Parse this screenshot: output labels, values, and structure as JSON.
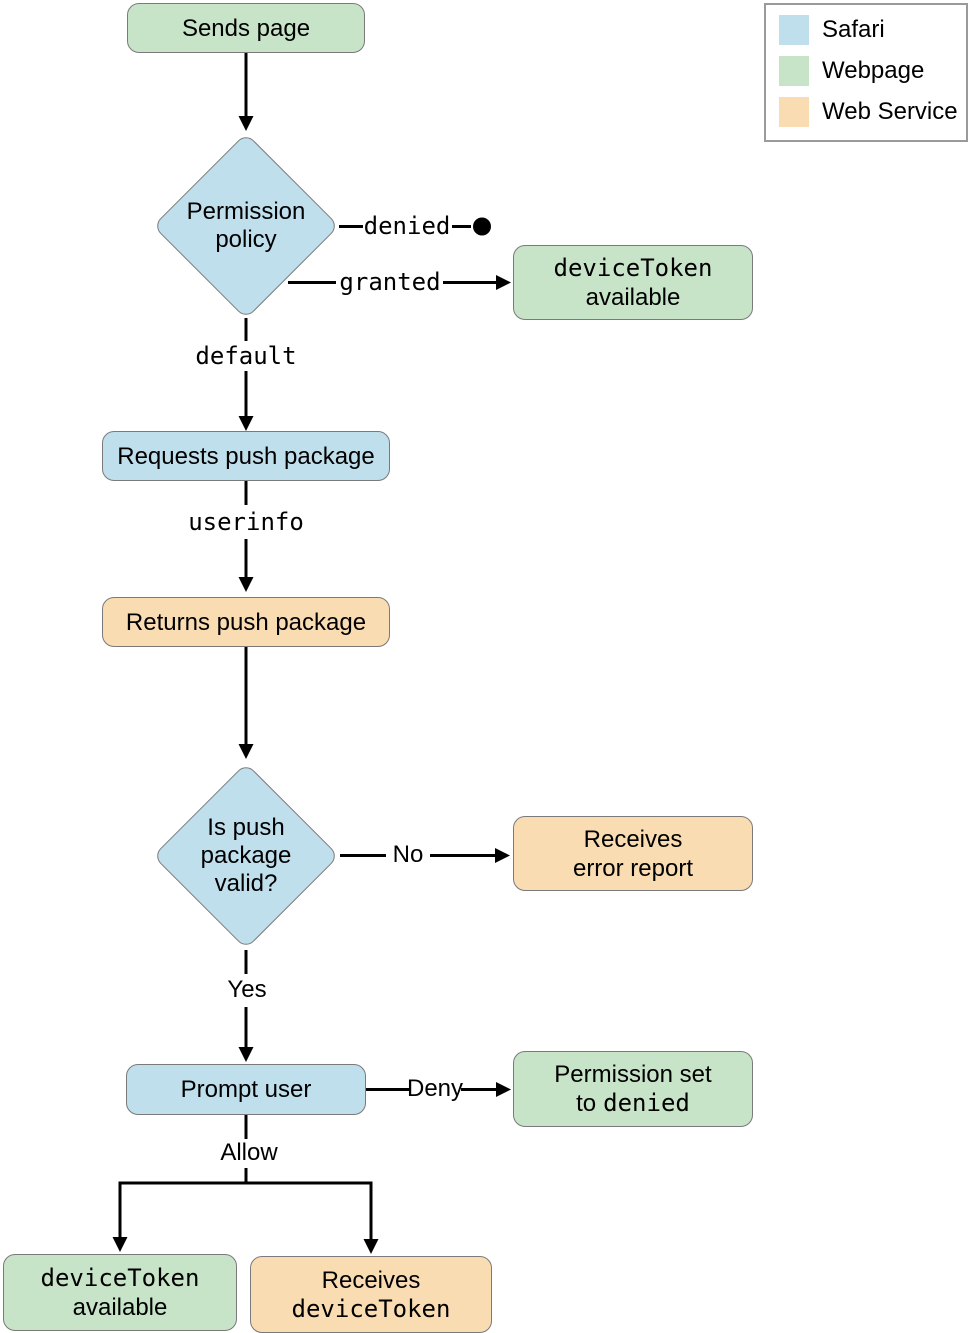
{
  "legend": {
    "items": [
      {
        "label": "Safari",
        "color": "#bfdfec"
      },
      {
        "label": "Webpage",
        "color": "#c7e3c8"
      },
      {
        "label": "Web Service",
        "color": "#fadcb3"
      }
    ]
  },
  "nodes": {
    "sends_page": {
      "label": "Sends page"
    },
    "permission_policy": {
      "line1": "Permission",
      "line2": "policy"
    },
    "device_token_available_top": {
      "line1": "deviceToken",
      "line2": "available"
    },
    "requests_push_package": {
      "label": "Requests push package"
    },
    "returns_push_package": {
      "label": "Returns push package"
    },
    "is_push_package_valid": {
      "line1": "Is push",
      "line2": "package",
      "line3": "valid?"
    },
    "receives_error_report": {
      "line1": "Receives",
      "line2": "error report"
    },
    "prompt_user": {
      "label": "Prompt user"
    },
    "permission_set_denied": {
      "line1": "Permission set",
      "line2_prefix": "to",
      "line2_code": "denied"
    },
    "device_token_available_bottom": {
      "line1": "deviceToken",
      "line2": "available"
    },
    "receives_device_token": {
      "line1": "Receives",
      "line2": "deviceToken"
    }
  },
  "edge_labels": {
    "denied": "denied",
    "granted": "granted",
    "default": "default",
    "userinfo": "userinfo",
    "no": "No",
    "yes": "Yes",
    "deny": "Deny",
    "allow": "Allow"
  },
  "colors": {
    "safari_blue": "#bfdfec",
    "webpage_green": "#c7e3c8",
    "web_service_orange": "#fadcb3",
    "shape_border": "#7a7a7a",
    "connector": "#000000"
  }
}
